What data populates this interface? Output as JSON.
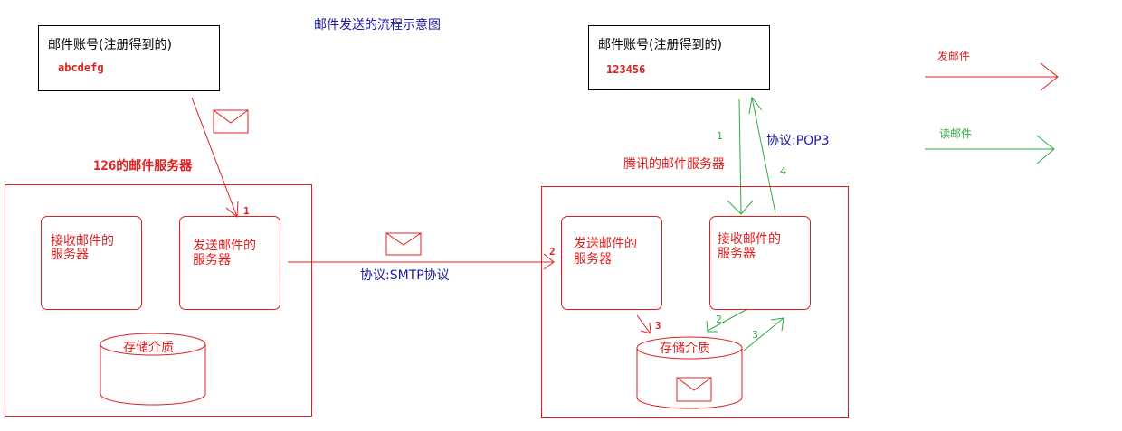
{
  "title": "邮件发送的流程示意图",
  "sender_account": {
    "label": "邮件账号(注册得到的)",
    "value": "abcdefg"
  },
  "receiver_account": {
    "label": "邮件账号(注册得到的)",
    "value": "123456"
  },
  "server_126": {
    "title": "126的邮件服务器",
    "receive_box": [
      "接收邮件的",
      "服务器"
    ],
    "send_box": [
      "发送邮件的",
      "服务器"
    ],
    "storage": "存储介质"
  },
  "server_tencent": {
    "title": "腾讯的邮件服务器",
    "send_box": [
      "发送邮件的",
      "服务器"
    ],
    "receive_box": [
      "接收邮件的",
      "服务器"
    ],
    "storage": "存储介质"
  },
  "protocols": {
    "smtp": "协议:SMTP协议",
    "pop3": "协议:POP3"
  },
  "steps": {
    "s1_red": "1",
    "s2_red": "2",
    "s3_red": "3",
    "s1_green": "1",
    "s2_green": "2",
    "s3_green": "3",
    "s4_green": "4"
  },
  "legend": {
    "send_label": "发邮件",
    "read_label": "读邮件"
  },
  "colors": {
    "send": "#e02020",
    "read": "#33aa44",
    "title": "#1a1aa6",
    "protocol": "#1a1aa6"
  }
}
